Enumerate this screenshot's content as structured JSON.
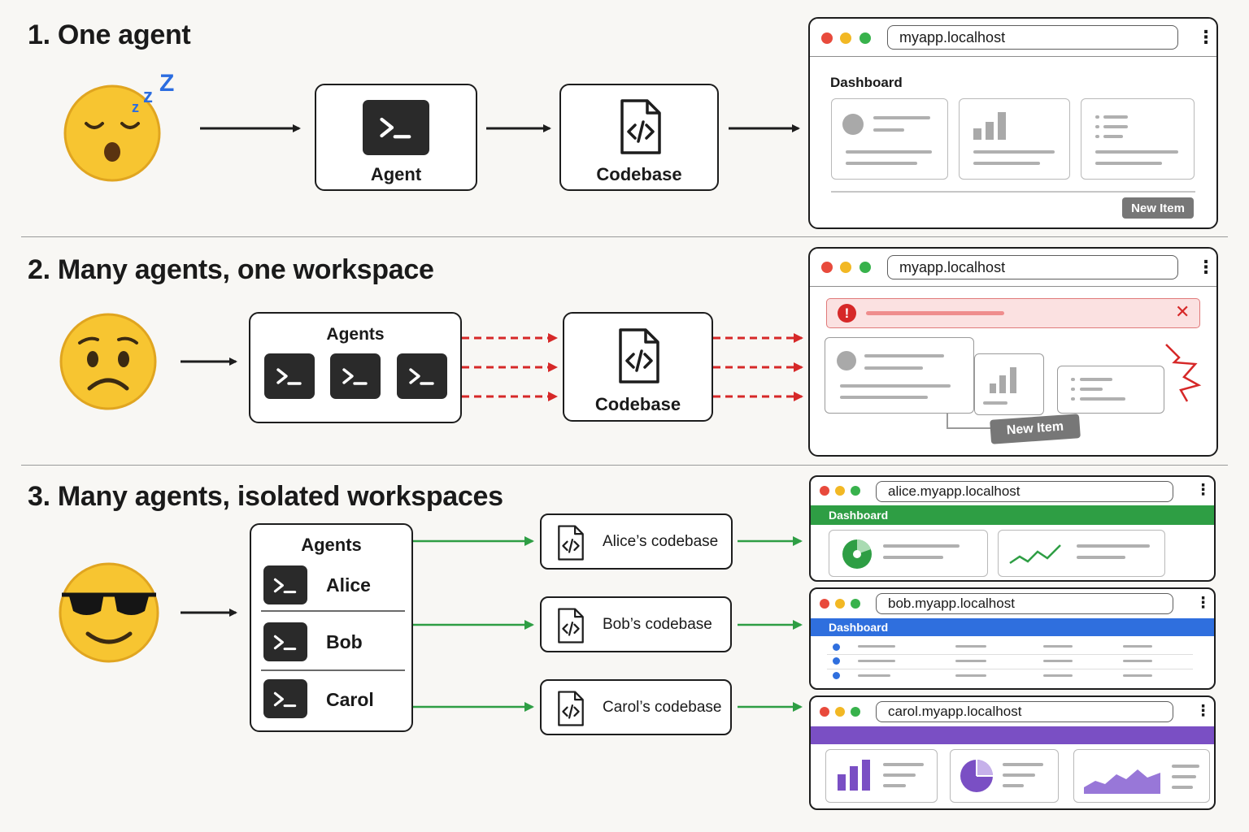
{
  "sections": [
    {
      "title": "1. One agent",
      "emoji": "sleeping-face",
      "agent_label": "Agent",
      "codebase_label": "Codebase",
      "browser": {
        "url": "myapp.localhost",
        "heading": "Dashboard",
        "button": "New Item"
      }
    },
    {
      "title": "2. Many agents, one workspace",
      "emoji": "worried-face",
      "agents_label": "Agents",
      "codebase_label": "Codebase",
      "browser": {
        "url": "myapp.localhost",
        "button": "New Item",
        "state": "error-conflict"
      }
    },
    {
      "title": "3. Many agents, isolated workspaces",
      "emoji": "smiling-face-with-sunglasses",
      "agents_label": "Agents",
      "agents": [
        {
          "name": "Alice",
          "codebase": "Alice’s codebase",
          "url": "alice.myapp.localhost",
          "heading": "Dashboard",
          "accent": "#2e9e44"
        },
        {
          "name": "Bob",
          "codebase": "Bob’s codebase",
          "url": "bob.myapp.localhost",
          "heading": "Dashboard",
          "accent": "#2f6fde"
        },
        {
          "name": "Carol",
          "codebase": "Carol’s codebase",
          "url": "carol.myapp.localhost",
          "heading": "",
          "accent": "#7a4fc4"
        }
      ]
    }
  ],
  "colors": {
    "conflict": "#d62828",
    "isolated": "#2e9e44",
    "dot_red": "#e84a3c",
    "dot_yellow": "#f2b824",
    "dot_green": "#38b24c"
  }
}
